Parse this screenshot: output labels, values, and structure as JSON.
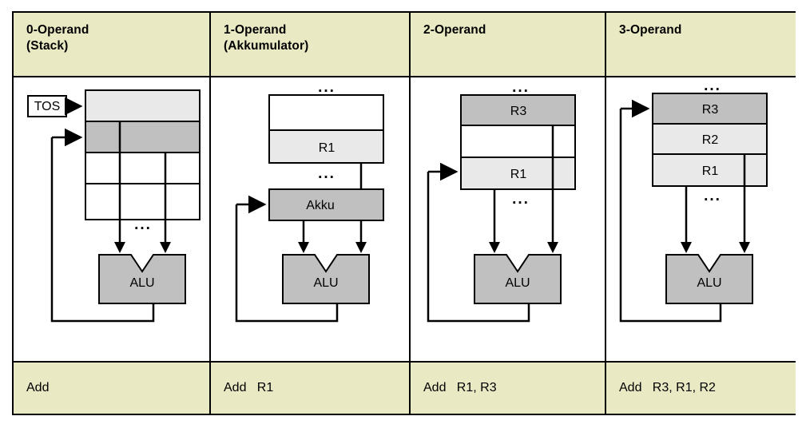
{
  "figure": {
    "title_row": [
      {
        "line1": "0-Operand",
        "line2": "(Stack)"
      },
      {
        "line1": "1-Operand",
        "line2": "(Akkumulator)"
      },
      {
        "line1": "2-Operand",
        "line2": ""
      },
      {
        "line1": "3-Operand",
        "line2": ""
      }
    ],
    "columns": [
      {
        "id": "zero-operand-stack",
        "alu_label": "ALU",
        "pointer_label": "TOS",
        "ellipsis": "...",
        "cells": [
          {
            "label": "",
            "fill": "#e9e9e9"
          },
          {
            "label": "",
            "fill": "#c0c0c0"
          },
          {
            "label": "",
            "fill": "#ffffff"
          },
          {
            "label": "",
            "fill": "#ffffff"
          }
        ],
        "instruction": "Add"
      },
      {
        "id": "one-operand-accumulator",
        "alu_label": "ALU",
        "accumulator_label": "Akku",
        "ellipsis": "...",
        "cells": [
          {
            "label": "",
            "fill": "#ffffff"
          },
          {
            "label": "R1",
            "fill": "#e9e9e9"
          }
        ],
        "instruction": "Add   R1"
      },
      {
        "id": "two-operand",
        "alu_label": "ALU",
        "ellipsis": "...",
        "cells": [
          {
            "label": "R3",
            "fill": "#c0c0c0"
          },
          {
            "label": "",
            "fill": "#ffffff"
          },
          {
            "label": "R1",
            "fill": "#e9e9e9"
          }
        ],
        "instruction": "Add   R1, R3"
      },
      {
        "id": "three-operand",
        "alu_label": "ALU",
        "ellipsis": "...",
        "cells": [
          {
            "label": "R3",
            "fill": "#c0c0c0"
          },
          {
            "label": "R2",
            "fill": "#e9e9e9"
          },
          {
            "label": "R1",
            "fill": "#e9e9e9"
          }
        ],
        "instruction": "Add   R3, R1, R2"
      }
    ],
    "colors": {
      "header_background": "#e9e9c4",
      "instruction_background": "#e9e9c4",
      "alu_fill": "#c0c0c0",
      "register_dark": "#c0c0c0",
      "register_light": "#e9e9e9",
      "register_empty": "#ffffff",
      "stroke": "#000000"
    }
  }
}
